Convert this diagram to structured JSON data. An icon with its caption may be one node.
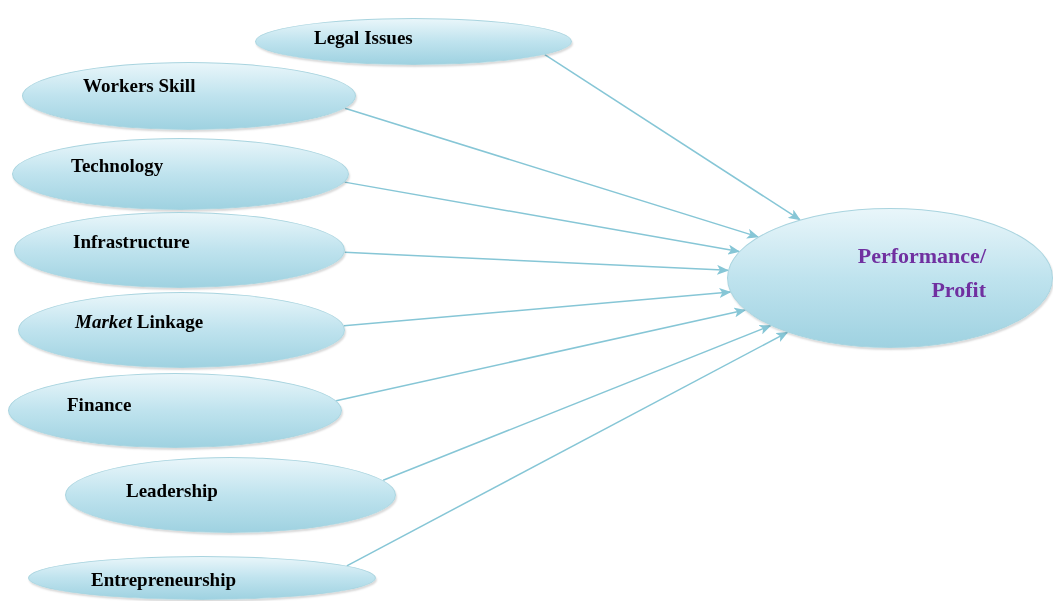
{
  "diagram": {
    "nodes": [
      {
        "text": [
          "Legal Issues"
        ]
      },
      {
        "text": [
          "Workers Skill"
        ]
      },
      {
        "text": [
          "Technology"
        ]
      },
      {
        "text": [
          "Infrastructure"
        ]
      },
      {
        "text": [
          "*Market* Linkage"
        ]
      },
      {
        "text": [
          "Finance"
        ]
      },
      {
        "text": [
          "Leadership"
        ]
      },
      {
        "text": [
          "Entrepreneurship"
        ]
      },
      {
        "text": [
          "Performance/ Profit"
        ]
      }
    ],
    "edges": [
      {
        "from": 0,
        "to": 8,
        "arrow": "to"
      },
      {
        "from": 1,
        "to": 8,
        "arrow": "to"
      },
      {
        "from": 2,
        "to": 8,
        "arrow": "to"
      },
      {
        "from": 3,
        "to": 8,
        "arrow": "to"
      },
      {
        "from": 4,
        "to": 8,
        "arrow": "to"
      },
      {
        "from": 5,
        "to": 8,
        "arrow": "to"
      },
      {
        "from": 6,
        "to": 8,
        "arrow": "to"
      },
      {
        "from": 7,
        "to": 8,
        "arrow": "to"
      }
    ]
  }
}
